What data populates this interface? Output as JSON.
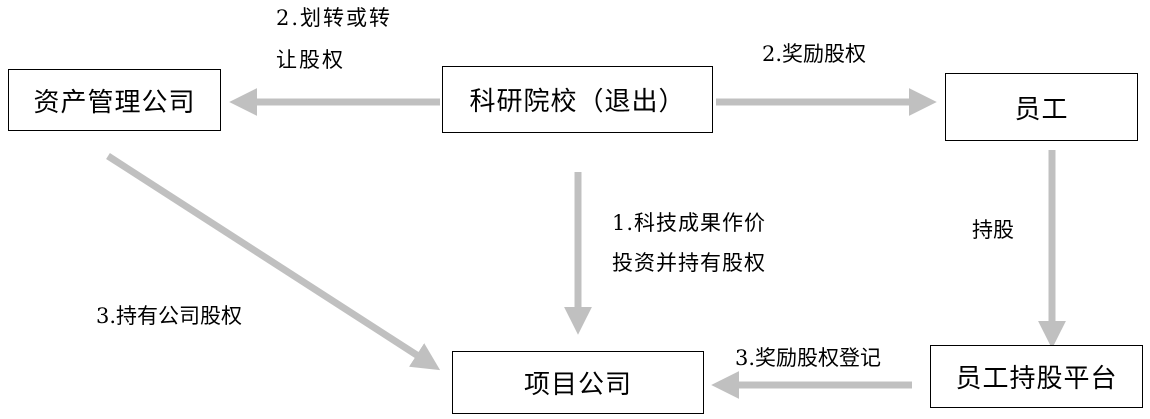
{
  "nodes": {
    "asset_mgmt": "资产管理公司",
    "institute": "科研院校（退出）",
    "staff": "员工",
    "project": "项目公司",
    "esop_platform": "员工持股平台"
  },
  "edges": {
    "transfer": [
      "2.划转或转",
      "让股权"
    ],
    "reward": "2.奖励股权",
    "invest": [
      "1.科技成果作价",
      "投资并持有股权"
    ],
    "hold": "持股",
    "hold_equity": "3.持有公司股权",
    "register": "3.奖励股权登记"
  },
  "colors": {
    "arrow": "#c0c0c0",
    "border": "#000000",
    "text": "#000000"
  }
}
